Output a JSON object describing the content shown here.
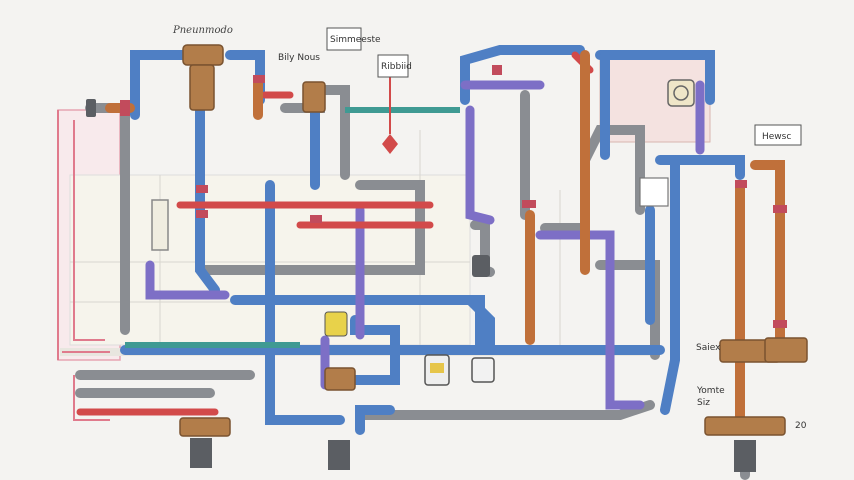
{
  "title": "Plumbing",
  "labels": {
    "top_left": "Pneunmodo",
    "center_tag": "Bily Nous",
    "center_box": "Simmeeste",
    "valve_box": "Ribbiid",
    "right_box": "Hewsc",
    "right_side": "Saiex",
    "right_bottom": "Yomte",
    "right_bottom2": "Siz",
    "bottom_right_num": "20"
  },
  "colors": {
    "blue_pipe": "#4f7fc4",
    "gray_pipe": "#8a8d92",
    "copper_pipe": "#c0703a",
    "purple_pipe": "#7d6fc6",
    "red_pipe": "#d24a4a",
    "teal_pipe": "#3f9a93",
    "bronze_fitting": "#b27d4a",
    "pink_line": "#e07a8c"
  }
}
